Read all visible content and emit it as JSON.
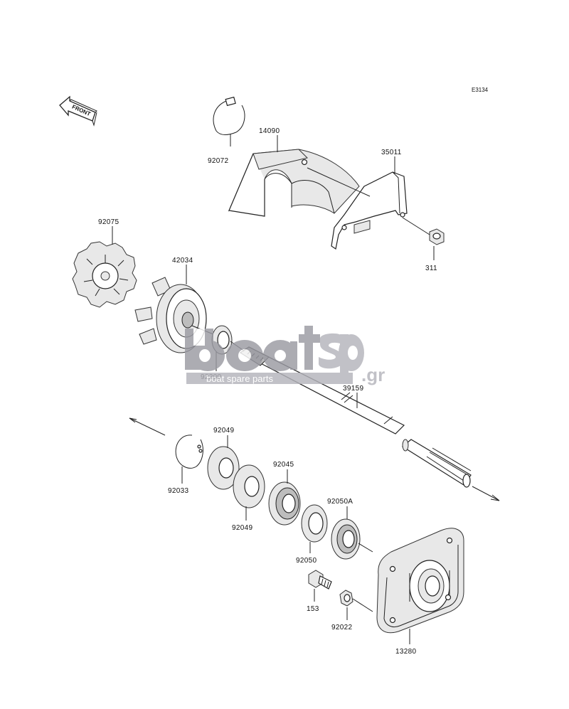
{
  "diagram": {
    "code": "E3134",
    "front_label": "FRONT",
    "parts": [
      {
        "id": "92072"
      },
      {
        "id": "14090"
      },
      {
        "id": "35011"
      },
      {
        "id": "311"
      },
      {
        "id": "92075"
      },
      {
        "id": "42034"
      },
      {
        "id": "92200"
      },
      {
        "id": "39159"
      },
      {
        "id": "92049"
      },
      {
        "id": "92033"
      },
      {
        "id": "92049"
      },
      {
        "id": "92045"
      },
      {
        "id": "92050A"
      },
      {
        "id": "92050"
      },
      {
        "id": "153"
      },
      {
        "id": "92022"
      },
      {
        "id": "13280"
      }
    ]
  },
  "watermark": {
    "brand": "boatsp",
    "suffix": ".gr",
    "tagline": "boat spare parts",
    "color_dark": "#9a9aa2",
    "color_light": "#b4b4bb"
  }
}
